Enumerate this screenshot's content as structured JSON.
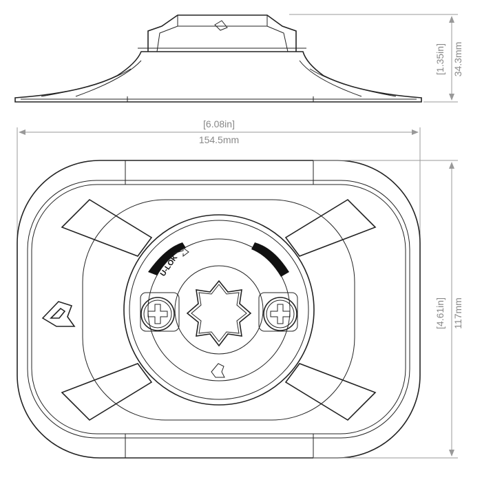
{
  "dimensions": {
    "height_in": "[1.35in]",
    "height_mm": "34.3mm",
    "width_in": "[6.08in]",
    "width_mm": "154.5mm",
    "depth_in": "[4.61in]",
    "depth_mm": "117mm"
  },
  "labels": {
    "lock_label": "U-LOK"
  },
  "colors": {
    "line": "#222222",
    "dimension": "#999999"
  }
}
